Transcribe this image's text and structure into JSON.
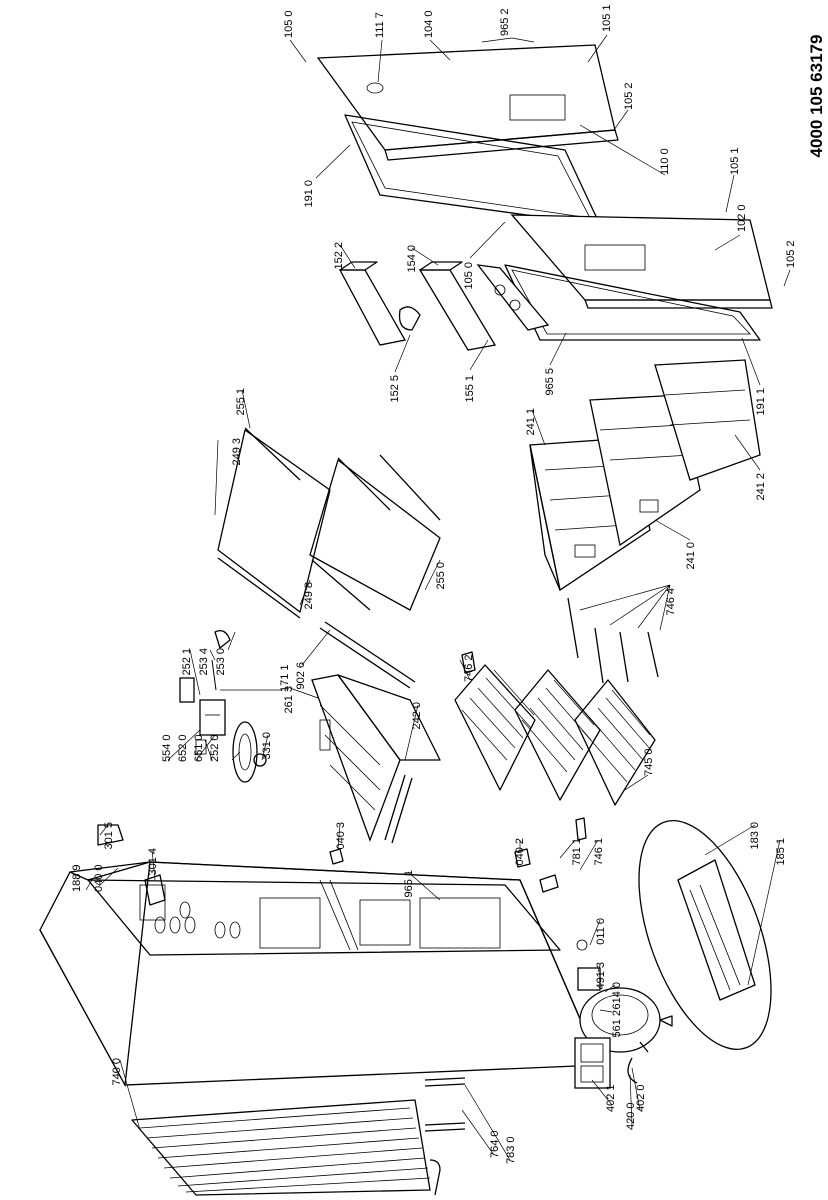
{
  "document_number": "4000 105 63179",
  "part_labels": [
    "105 0",
    "111 7",
    "104 0",
    "965 2",
    "105 1",
    "105 2",
    "110 0",
    "191 0",
    "105 1",
    "102 0",
    "105 0",
    "105 2",
    "152 2",
    "154 0",
    "152 5",
    "155 1",
    "965 5",
    "191 1",
    "255 1",
    "249 3",
    "241 1",
    "241 2",
    "241 0",
    "249 8",
    "255 0",
    "746 4",
    "252 1",
    "253 4",
    "253 0",
    "902 6",
    "261 3",
    "242 0",
    "171 1",
    "331 0",
    "554 0",
    "652 0",
    "651 0",
    "252 0",
    "746 2",
    "745 0",
    "301 5",
    "301 4",
    "188 9",
    "040 0",
    "040 3",
    "965 1",
    "040 2",
    "781 1",
    "746 1",
    "183 0",
    "185 1",
    "011 0",
    "491 3",
    "614 0",
    "561 2",
    "740 0",
    "402 0",
    "402 1",
    "420 0",
    "764 0",
    "783 0"
  ]
}
